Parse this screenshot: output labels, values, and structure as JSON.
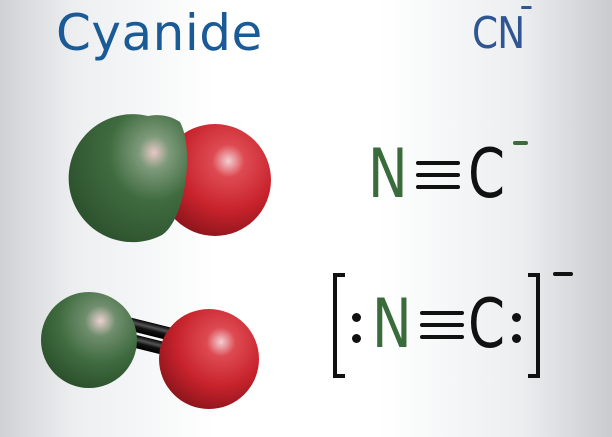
{
  "title": "Cyanide",
  "formula": {
    "text": "CN",
    "charge": "−"
  },
  "structural_formula": {
    "atoms": [
      "N",
      "C"
    ],
    "bond": "triple",
    "charge": "−"
  },
  "lewis_structure": {
    "atoms": [
      "N",
      "C"
    ],
    "bond": "triple",
    "lone_pairs": [
      "N",
      "C"
    ],
    "charge": "−",
    "brackets": true
  },
  "models": {
    "space_filling": {
      "atoms": [
        "N",
        "C"
      ]
    },
    "ball_and_stick": {
      "atoms": [
        "N",
        "C"
      ]
    }
  },
  "colors": {
    "title": "#1a5a96",
    "formula": "#2f5593",
    "nitrogen": "#3a6b3a",
    "carbon_model": "#c8232c",
    "carbon_text": "#111111",
    "bond": "#111111"
  }
}
